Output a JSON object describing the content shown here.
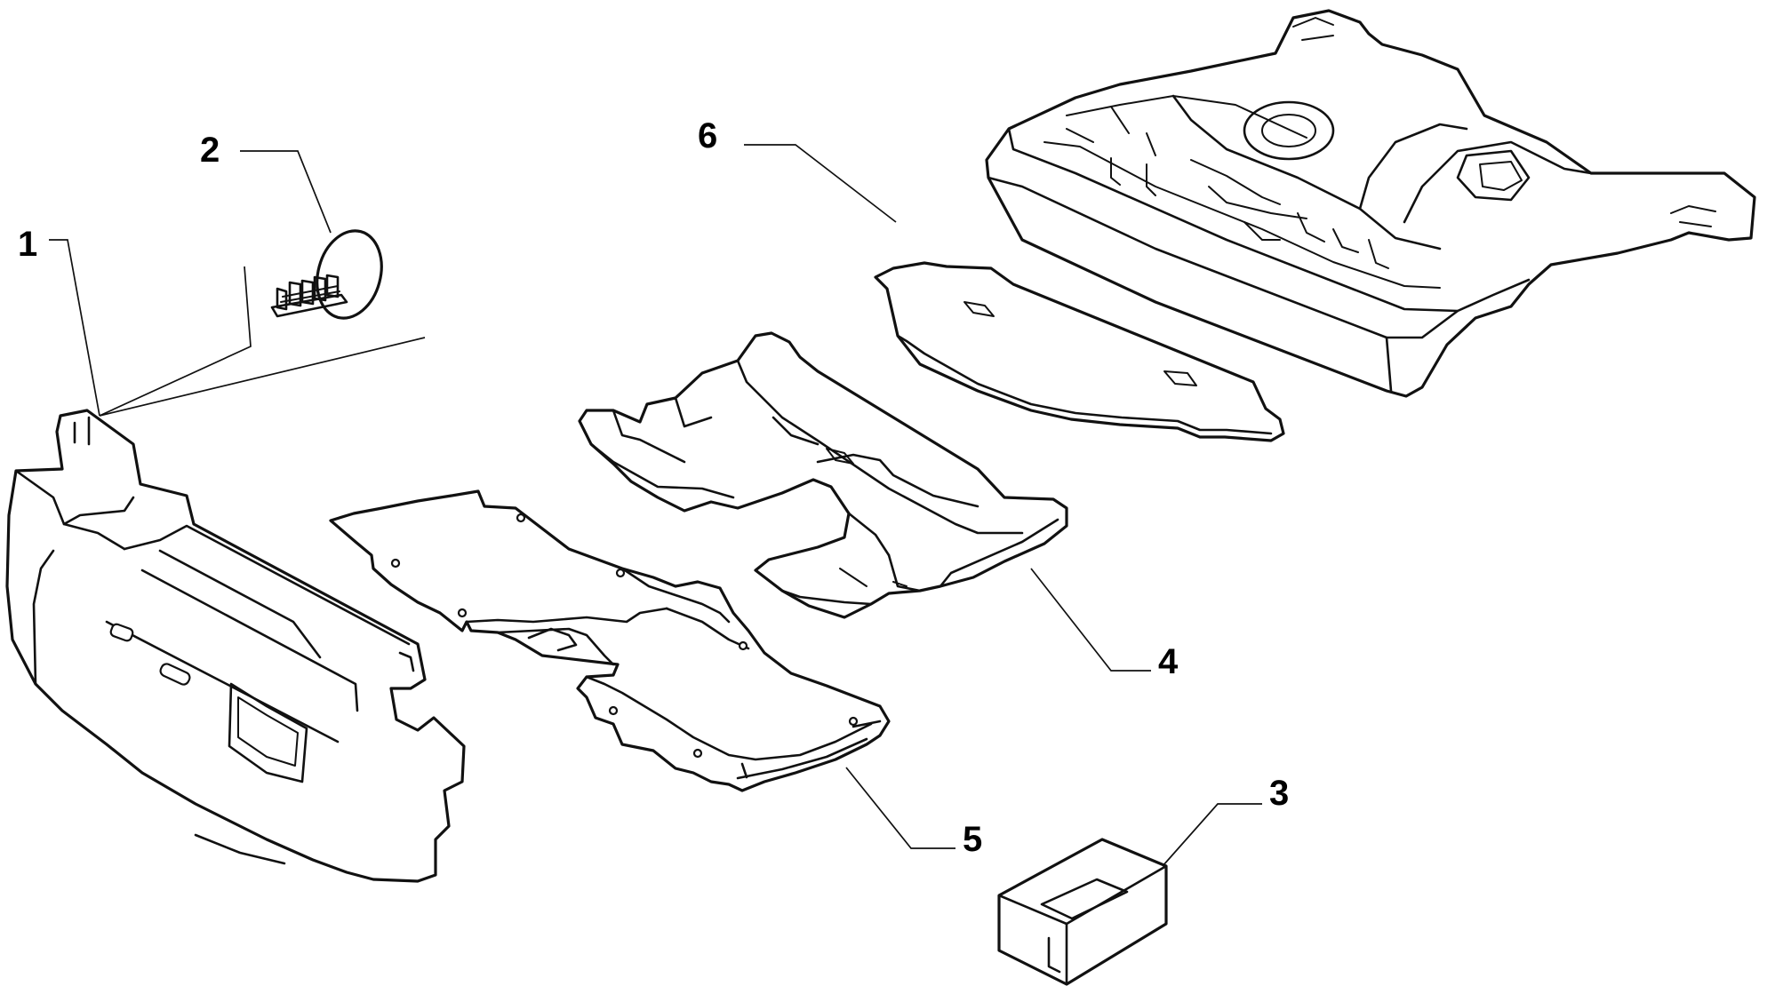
{
  "diagram": {
    "colors": {
      "line": "#111111",
      "background": "#ffffff"
    },
    "callouts": [
      {
        "id": "1",
        "label": "1"
      },
      {
        "id": "2",
        "label": "2"
      },
      {
        "id": "3",
        "label": "3"
      },
      {
        "id": "4",
        "label": "4"
      },
      {
        "id": "5",
        "label": "5"
      },
      {
        "id": "6",
        "label": "6"
      }
    ]
  }
}
